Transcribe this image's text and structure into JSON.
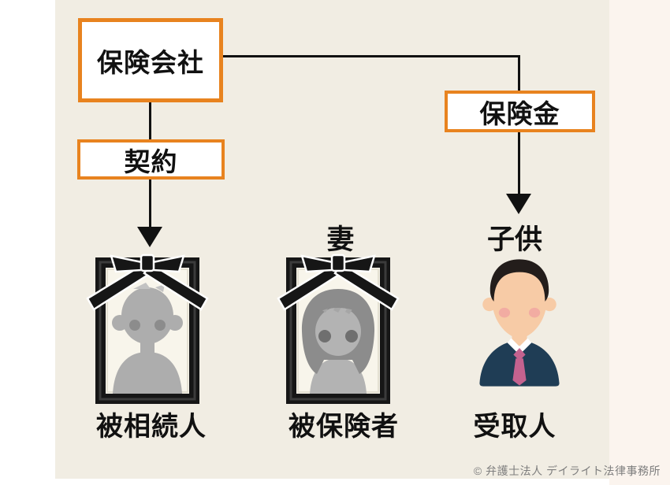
{
  "diagram": {
    "insurance_company_label": "保険会社",
    "contract_label": "契約",
    "benefit_label": "保険金",
    "wife_label": "妻",
    "child_label": "子供",
    "decedent_label": "被相続人",
    "insured_label": "被保険者",
    "beneficiary_label": "受取人"
  },
  "footer": {
    "copyright": "© 弁護士法人 デイライト法律事務所"
  },
  "colors": {
    "accent_orange": "#e8831f",
    "panel_beige": "#f1ede3",
    "right_strip": "#fbf4ee",
    "line_black": "#111111",
    "frame_black": "#161616",
    "mat_cream": "#f8f5eb",
    "silhouette_gray": "#adadad",
    "silhouette_dark_gray": "#8c8c8c",
    "suit_navy": "#1f3d55",
    "tie_pink": "#c4628f",
    "skin": "#f7cba6",
    "copyright_gray": "#7e7e7e"
  },
  "icons": {
    "decedent_portrait": "memorial-portrait-man-icon",
    "insured_portrait": "memorial-portrait-woman-icon",
    "beneficiary_person": "business-person-icon"
  }
}
